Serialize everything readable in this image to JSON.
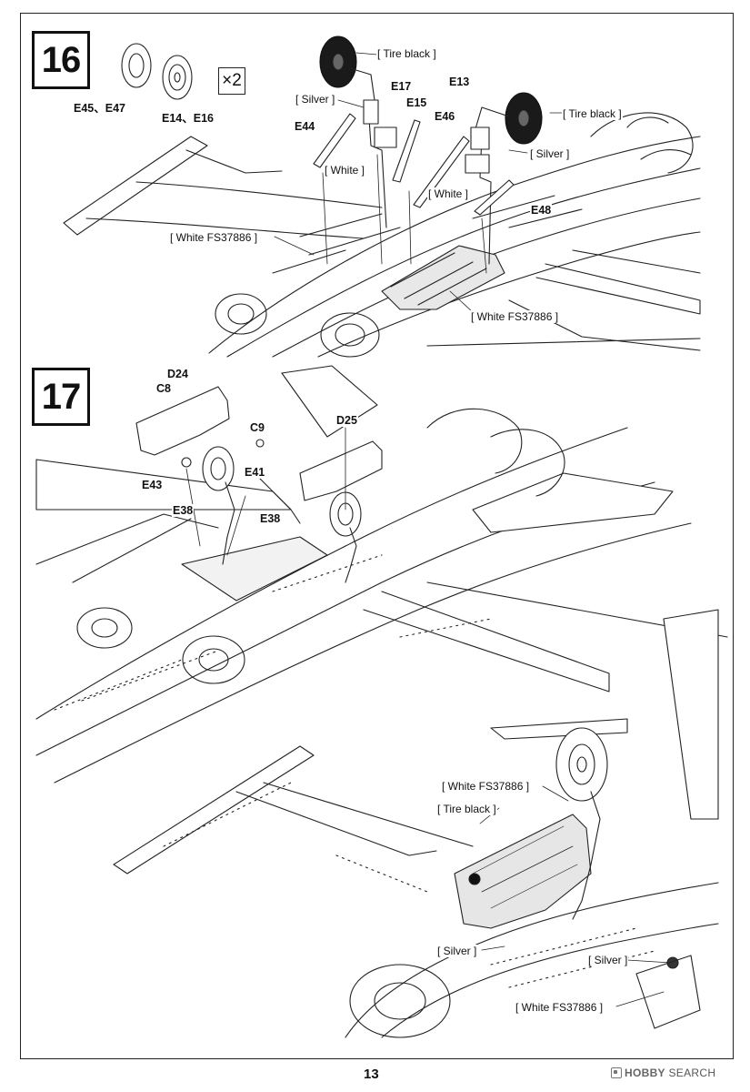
{
  "page_number": "13",
  "watermark": {
    "logo_icon": "hobby-search-logo-icon",
    "brand_bold": "HOBBY",
    "brand_rest": " SEARCH"
  },
  "step16": {
    "number": "16",
    "multiplier": "×2",
    "labels": {
      "e45_e47": "E45、E47",
      "e14_e16": "E14、E16",
      "tire_black_1": "[ Tire black ]",
      "tire_black_2": "[ Tire black ]",
      "e17": "E17",
      "e13": "E13",
      "silver_1": "[ Silver ]",
      "silver_2": "[ Silver ]",
      "e15": "E15",
      "e44": "E44",
      "e46": "E46",
      "white_1": "[ White ]",
      "white_2": "[ White ]",
      "e48": "E48",
      "white_fs_1": "[ White FS37886 ]",
      "white_fs_2": "[ White FS37886 ]"
    }
  },
  "step17": {
    "number": "17",
    "labels": {
      "d24": "D24",
      "c8": "C8",
      "c9": "C9",
      "d25": "D25",
      "e41": "E41",
      "e43": "E43",
      "e38_1": "E38",
      "e38_2": "E38"
    }
  },
  "detail": {
    "labels": {
      "white_fs_1": "[ White FS37886 ]",
      "tire_black": "[ Tire black ]",
      "silver_1": "[ Silver ]",
      "silver_2": "[ Silver ]",
      "white_fs_2": "[ White FS37886 ]"
    }
  }
}
